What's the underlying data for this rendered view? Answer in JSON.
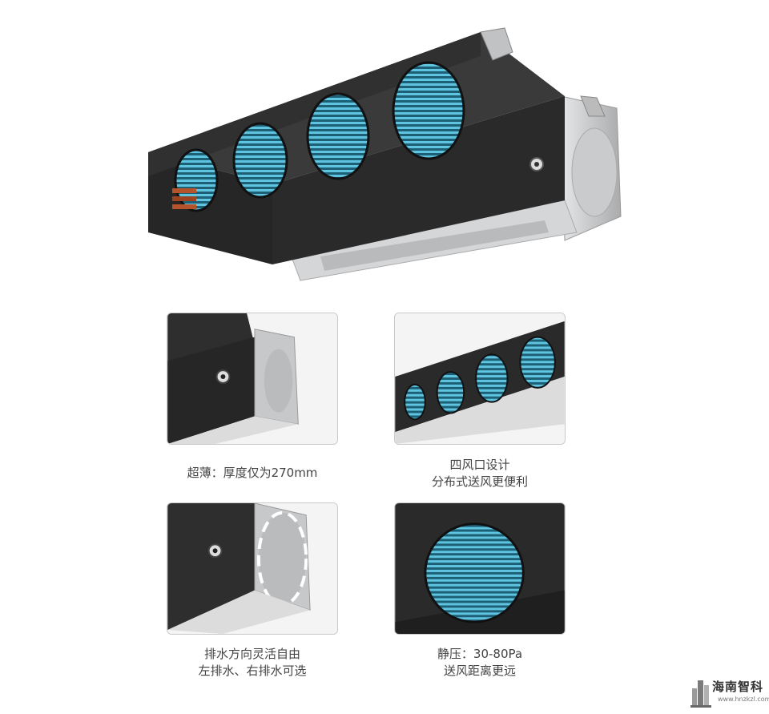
{
  "features": [
    {
      "line1": "超薄：厚度仅为270mm",
      "line2": ""
    },
    {
      "line1": "四风口设计",
      "line2": "分布式送风更便利"
    },
    {
      "line1": "排水方向灵活自由",
      "line2": "左排水、右排水可选"
    },
    {
      "line1": "静压：30-80Pa",
      "line2": "送风距离更远"
    }
  ],
  "watermark": {
    "name": "海南智科",
    "url": "www.hnzkzl.com"
  },
  "colors": {
    "housing": "#2d2d2d",
    "coil": "#2fa0bf",
    "metal": "#c4c6c8"
  }
}
